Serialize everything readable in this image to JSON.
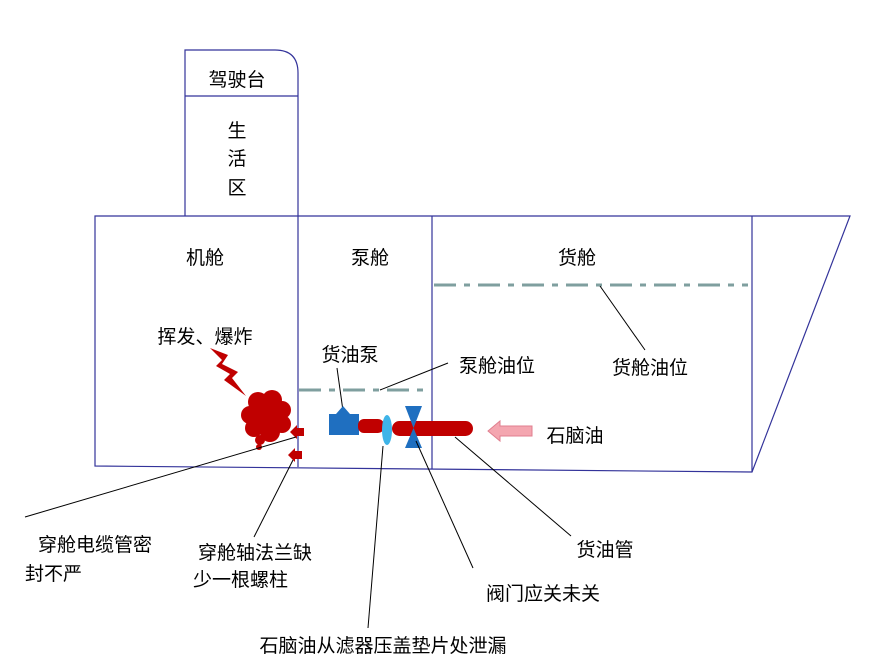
{
  "labels": {
    "bridge": "驾驶台",
    "living_1": "生",
    "living_2": "活",
    "living_3": "区",
    "engine_room": "机舱",
    "pump_room": "泵舱",
    "cargo_hold": "货舱",
    "evaporation": "挥发、爆炸",
    "cargo_pump": "货油泵",
    "pump_room_level": "泵舱油位",
    "cargo_hold_level": "货舱油位",
    "naphtha": "石脑油",
    "cable_seal_1": "穿舱电缆管密",
    "cable_seal_2": "封不严",
    "shaft_flange_1": "穿舱轴法兰缺",
    "shaft_flange_2": "少一根螺柱",
    "filter_leak": "石脑油从滤器压盖垫片处泄漏",
    "valve_open": "阀门应关未关",
    "cargo_pipe": "货油管"
  },
  "colors": {
    "hull": "#33339a",
    "red": "#c00000",
    "blue": "#1f6fc0",
    "light_blue": "#3fb4e8",
    "pink": "#f4a6b0",
    "level": "#7f9f9f"
  }
}
